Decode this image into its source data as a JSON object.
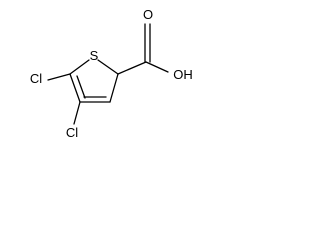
{
  "molecule": {
    "atom_labels": {
      "sulfur": "S",
      "oxygen_carbonyl": "O",
      "hydroxyl": "OH",
      "chlorine_5": "Cl",
      "chlorine_4": "Cl"
    }
  },
  "colors": {
    "bond": "#000000",
    "label": "#000000",
    "background": "#ffffff"
  }
}
